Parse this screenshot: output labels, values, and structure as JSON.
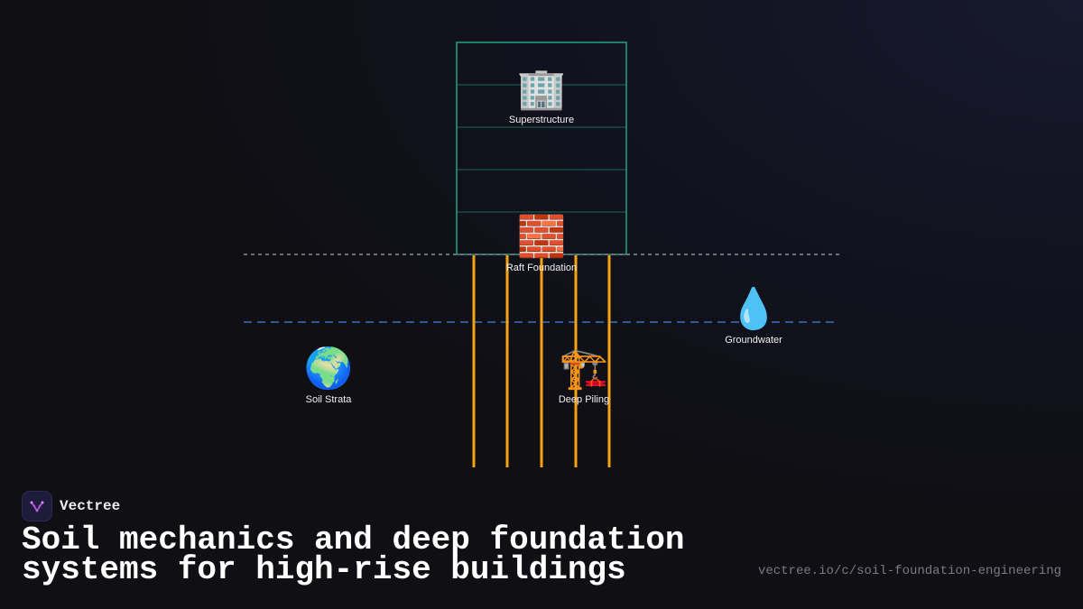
{
  "diagram": {
    "nodes": {
      "superstructure": {
        "label": "Superstructure",
        "icon": "office-building-icon",
        "glyph": "🏢"
      },
      "raft_foundation": {
        "label": "Raft Foundation",
        "icon": "brick-icon",
        "glyph": "🧱"
      },
      "groundwater": {
        "label": "Groundwater",
        "icon": "water-droplet-icon",
        "glyph": "💧"
      },
      "soil_strata": {
        "label": "Soil Strata",
        "icon": "globe-icon",
        "glyph": "🌍"
      },
      "deep_piling": {
        "label": "Deep Piling",
        "icon": "construction-crane-icon",
        "glyph": "🏗️"
      }
    },
    "colors": {
      "building_outline": "#1fa384",
      "ground_line": "#6f6f78",
      "water_table": "#3a6fc4",
      "piles": "#f5a216"
    }
  },
  "brand": {
    "name": "Vectree",
    "icon": "vectree-logo-icon",
    "accent": "#c25be6"
  },
  "title": "Soil mechanics and deep foundation systems for high-rise buildings",
  "url": "vectree.io/c/soil-foundation-engineering"
}
